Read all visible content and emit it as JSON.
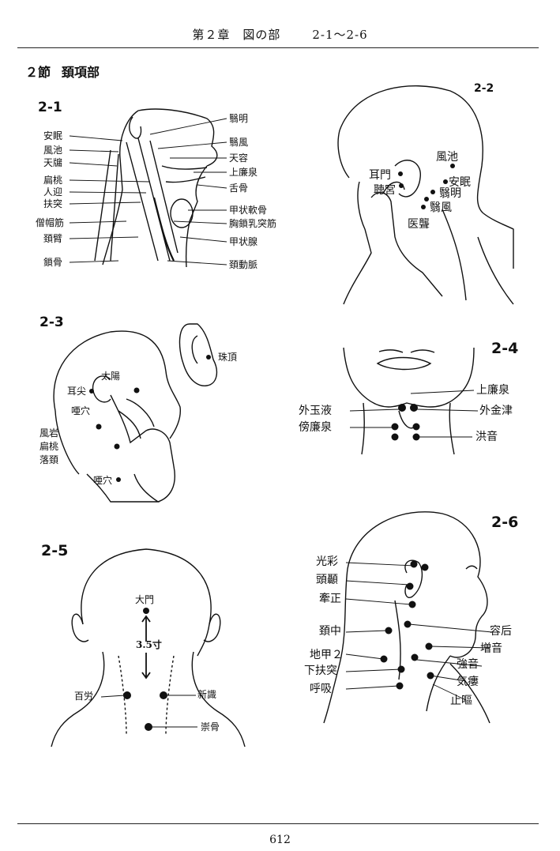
{
  "header": {
    "chapter": "第２章　図の部",
    "range": "2-1〜2-6"
  },
  "section": {
    "number": "２節",
    "title": "頚項部"
  },
  "figures": {
    "f21": {
      "id": "2-1",
      "left_labels": [
        "安眠",
        "風池",
        "天牖",
        "扁桃",
        "人迎",
        "扶突",
        "僧帽筋",
        "頚臂",
        "鎖骨"
      ],
      "right_labels": [
        "翳明",
        "翳風",
        "天容",
        "上廉泉",
        "舌骨",
        "甲状軟骨",
        "胸鎖乳突筋",
        "甲状腺",
        "頚動脈"
      ]
    },
    "f22": {
      "id": "2-2",
      "labels": [
        "風池",
        "安眠",
        "耳門",
        "聴宮",
        "翳明",
        "翳風",
        "医聾"
      ]
    },
    "f23": {
      "id": "2-3",
      "labels": [
        "珠頂",
        "太陽",
        "耳尖",
        "唖穴",
        "風岩",
        "扁桃",
        "落頚",
        "唖穴"
      ]
    },
    "f24": {
      "id": "2-4",
      "labels": [
        "上廉泉",
        "外玉液",
        "外金津",
        "傍廉泉",
        "洪音"
      ]
    },
    "f25": {
      "id": "2-5",
      "labels": [
        "大門",
        "3.5寸",
        "百労",
        "新識",
        "崇骨"
      ]
    },
    "f26": {
      "id": "2-6",
      "labels": [
        "光彩",
        "頭顳",
        "牽正",
        "頚中",
        "容后",
        "地甲２",
        "増音",
        "下扶突",
        "強音",
        "呼吸",
        "気瘻",
        "止嘔"
      ]
    }
  },
  "page_number": "612"
}
